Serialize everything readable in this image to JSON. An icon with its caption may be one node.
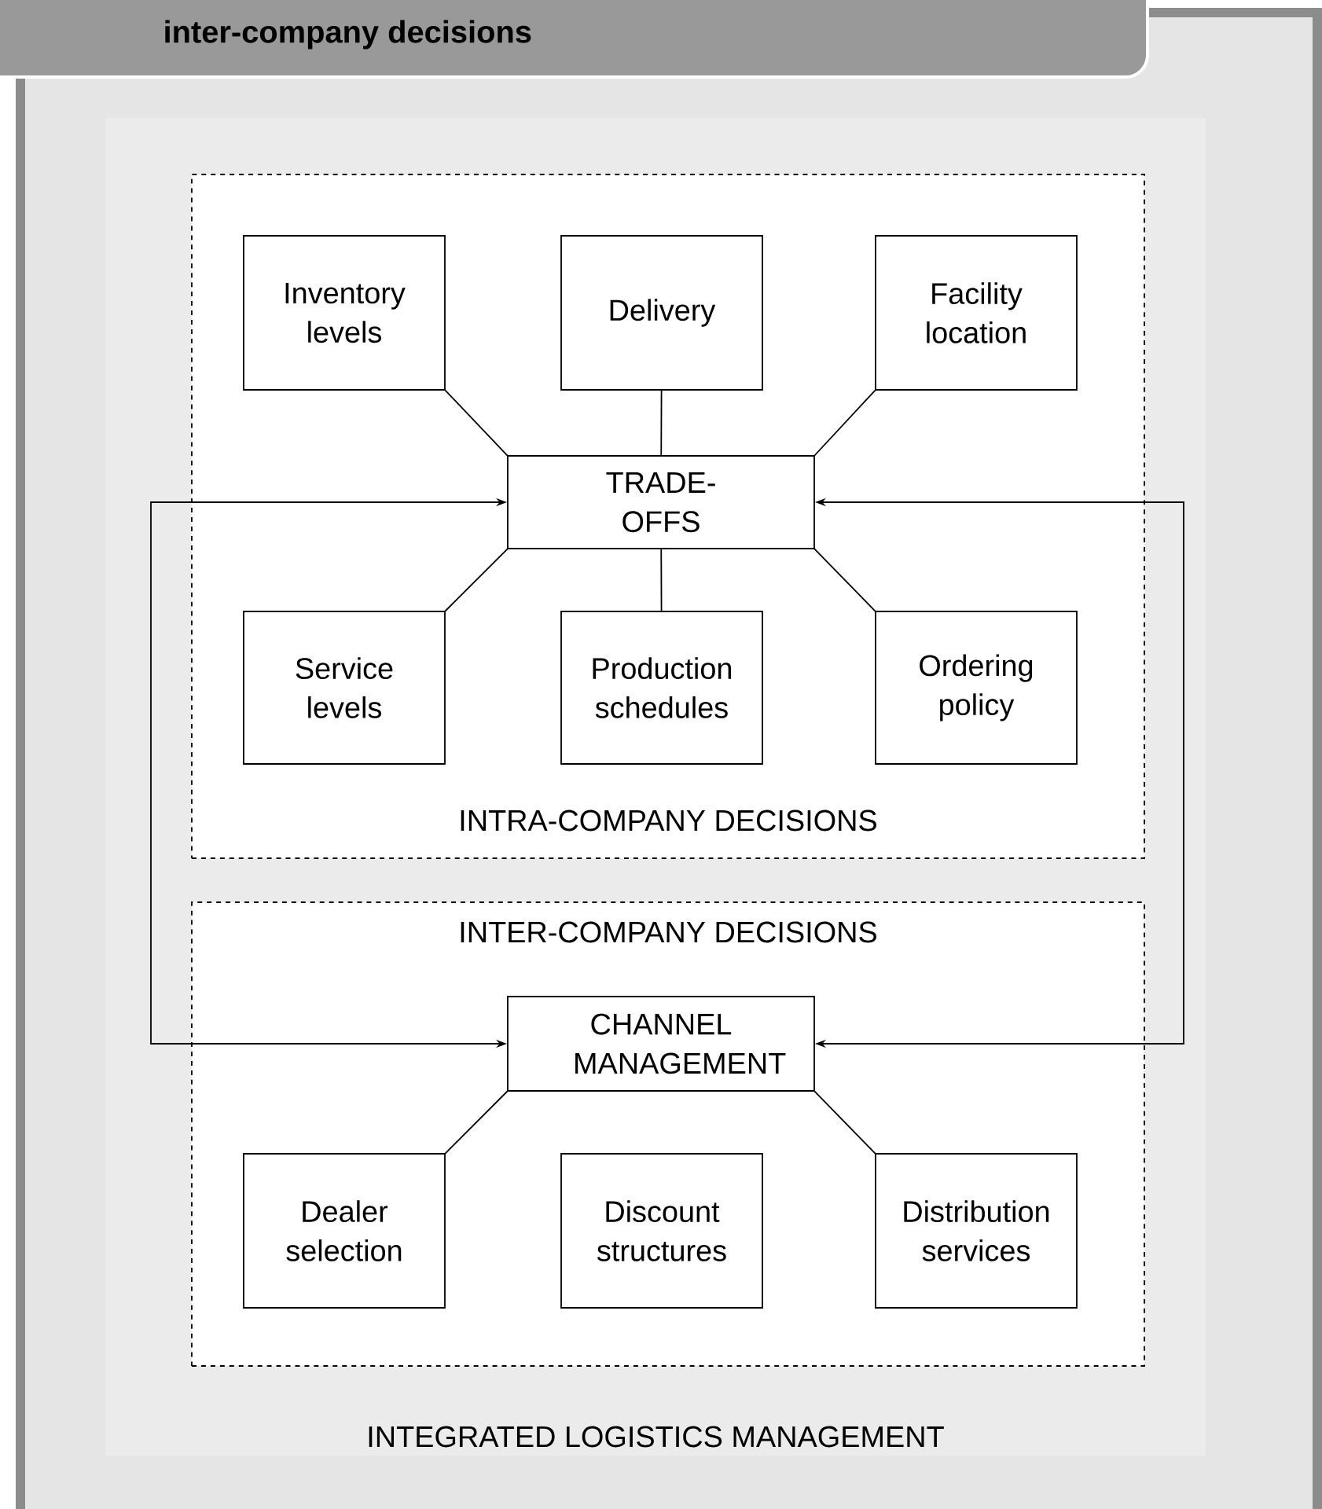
{
  "diagram": {
    "title": "inter-company decisions",
    "nodes": [
      {
        "text": [
          "INTEGRATED LOGISTICS MANAGEMENT"
        ]
      },
      {
        "text": [
          "INTRA-COMPANY DECISIONS"
        ],
        "in": 0
      },
      {
        "text": [
          "Inventory levels"
        ],
        "in": 1
      },
      {
        "text": [
          "Delivery"
        ],
        "in": 1
      },
      {
        "text": [
          "Facility location"
        ],
        "in": 1
      },
      {
        "text": [
          "TRADE-OFFS"
        ],
        "in": 1
      },
      {
        "text": [
          "Service levels"
        ],
        "in": 1
      },
      {
        "text": [
          "Production schedules"
        ],
        "in": 1
      },
      {
        "text": [
          "Ordering policy"
        ],
        "in": 1
      },
      {
        "text": [
          "INTER-COMPANY DECISIONS"
        ],
        "in": 0
      },
      {
        "text": [
          "CHANNEL MANAGEMENT"
        ],
        "in": 9
      },
      {
        "text": [
          "Dealer selection"
        ],
        "in": 9
      },
      {
        "text": [
          "Discount structures"
        ],
        "in": 9
      },
      {
        "text": [
          "Distribution services"
        ],
        "in": 9
      }
    ],
    "edges": [
      {
        "from": 2,
        "to": 5,
        "arrow": "none"
      },
      {
        "from": 3,
        "to": 5,
        "arrow": "none"
      },
      {
        "from": 4,
        "to": 5,
        "arrow": "none"
      },
      {
        "from": 6,
        "to": 5,
        "arrow": "none"
      },
      {
        "from": 7,
        "to": 5,
        "arrow": "none"
      },
      {
        "from": 8,
        "to": 5,
        "arrow": "none"
      },
      {
        "from": 5,
        "to": 10,
        "arrow": "both"
      },
      {
        "from": 5,
        "to": 10,
        "arrow": "both"
      },
      {
        "from": 11,
        "to": 10,
        "arrow": "none"
      },
      {
        "from": 13,
        "to": 10,
        "arrow": "none"
      }
    ]
  }
}
